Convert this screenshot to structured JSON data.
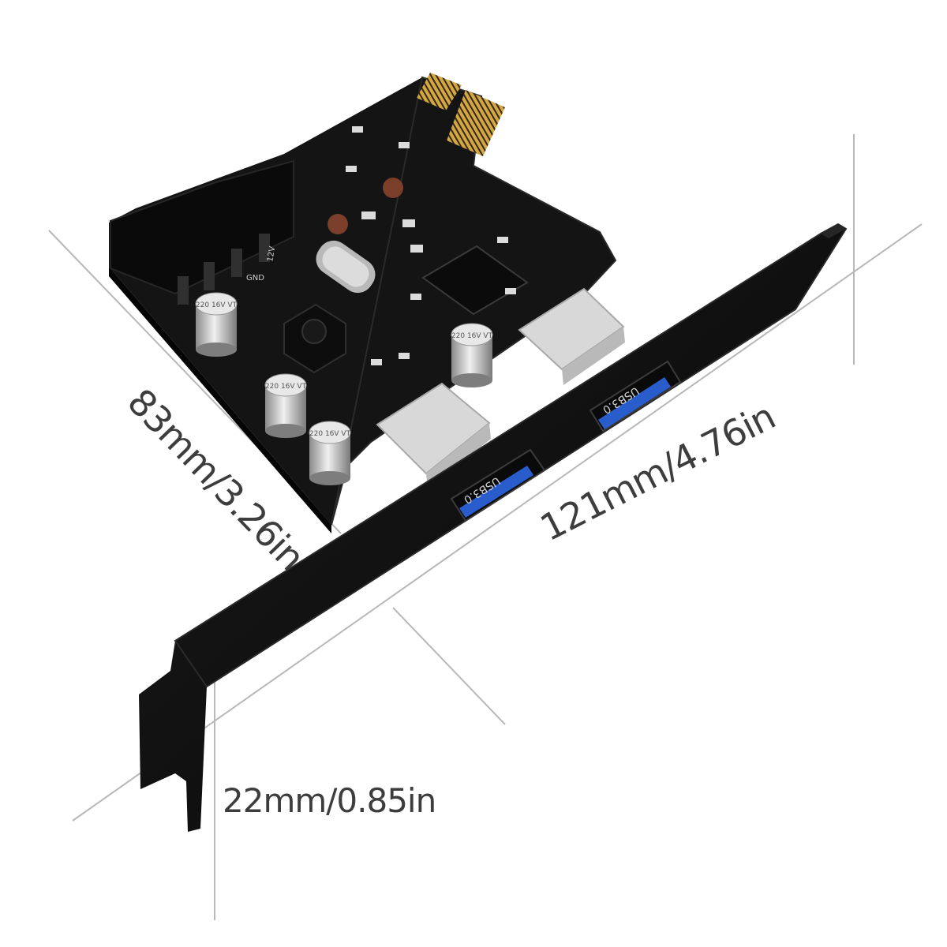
{
  "dimensions": {
    "width": "121mm/4.76in",
    "depth": "83mm/3.26in",
    "height": "22mm/0.85in"
  },
  "usb_port_labels": [
    "USB3.0",
    "USB3.0"
  ],
  "capacitor_labels": [
    "220 16V VT",
    "220 16V VT",
    "220 16V VT",
    "220 16V VT"
  ],
  "header_pin_labels": [
    "GND",
    "12V"
  ],
  "colors": {
    "pcb": "#141414",
    "bracket": "#0d0d0d",
    "gold_contacts": "#d9a63a",
    "usb_port_blue": "#2a5dcc",
    "port_metal": "#d8d8d8",
    "dimension_lines": "#b8b8b8",
    "dimension_text": "#3d3d3d"
  }
}
